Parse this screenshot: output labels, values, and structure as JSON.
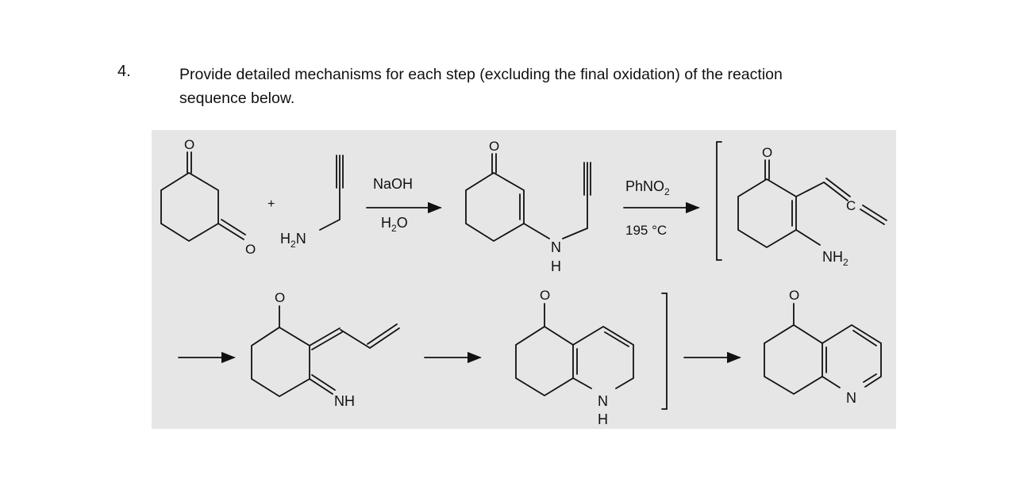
{
  "question": {
    "number": "4.",
    "line1": "Provide detailed mechanisms for each step (excluding the final oxidation) of the reaction",
    "line2": "sequence below."
  },
  "scheme": {
    "background_color": "#e6e6e6",
    "labels": {
      "o": "O",
      "plus": "+",
      "h2n": "H",
      "h2n_sub": "2",
      "h2n_n": "N",
      "reagent1_top": "NaOH",
      "reagent1_bottom_h": "H",
      "reagent1_bottom_sub": "2",
      "reagent1_bottom_o": "O",
      "reagent2_top": "PhNO",
      "reagent2_top_sub": "2",
      "reagent2_bottom": "195 °C",
      "n": "N",
      "h": "H",
      "c": "C",
      "nh2": "NH",
      "nh2_sub": "2",
      "nh": "NH"
    }
  }
}
